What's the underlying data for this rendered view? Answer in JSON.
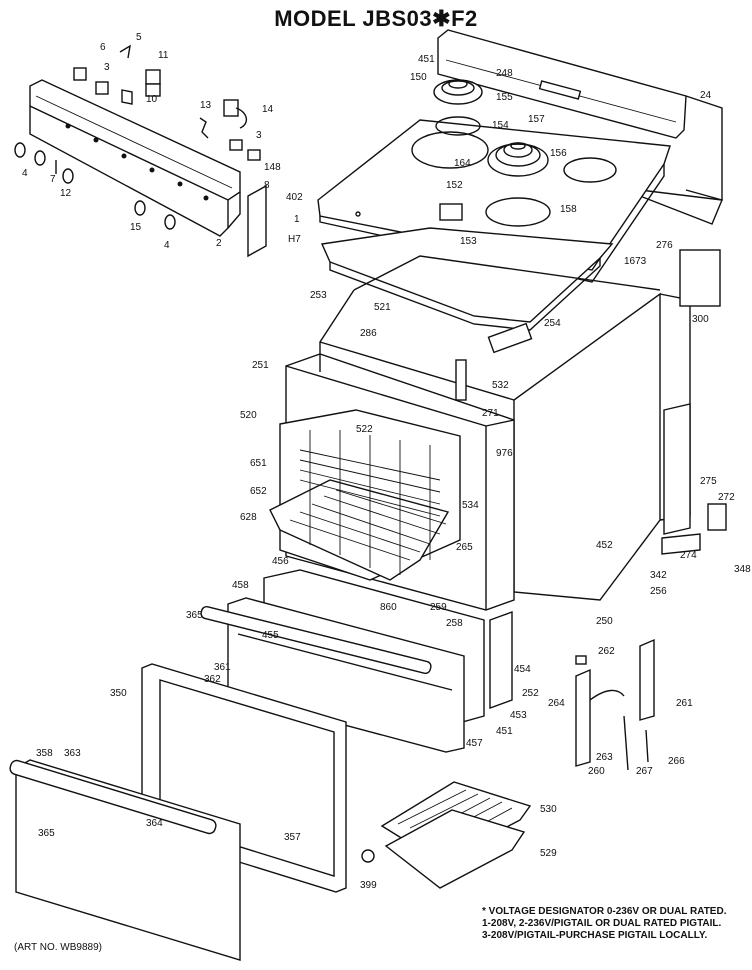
{
  "title": "MODEL JBS03✱F2",
  "footnote": {
    "line1": "* VOLTAGE DESIGNATOR 0-236V OR DUAL RATED.",
    "line2": "1-208V, 2-236V/PIGTAIL OR DUAL RATED PIGTAIL.",
    "line3": "3-208V/PIGTAIL-PURCHASE PIGTAIL LOCALLY."
  },
  "art_number": "(ART NO. WB9889)",
  "part_labels": [
    {
      "id": "p5",
      "text": "5"
    },
    {
      "id": "p6",
      "text": "6"
    },
    {
      "id": "p11",
      "text": "11"
    },
    {
      "id": "p3a",
      "text": "3"
    },
    {
      "id": "p10",
      "text": "10"
    },
    {
      "id": "p13",
      "text": "13"
    },
    {
      "id": "p14",
      "text": "14"
    },
    {
      "id": "p3b",
      "text": "3"
    },
    {
      "id": "p148",
      "text": "148"
    },
    {
      "id": "p8",
      "text": "8"
    },
    {
      "id": "p402",
      "text": "402"
    },
    {
      "id": "p1",
      "text": "1"
    },
    {
      "id": "pH7",
      "text": "H7"
    },
    {
      "id": "p4a",
      "text": "4"
    },
    {
      "id": "p7",
      "text": "7"
    },
    {
      "id": "p12",
      "text": "12"
    },
    {
      "id": "p15",
      "text": "15"
    },
    {
      "id": "p4b",
      "text": "4"
    },
    {
      "id": "p2",
      "text": "2"
    },
    {
      "id": "p451",
      "text": "451"
    },
    {
      "id": "p150",
      "text": "150"
    },
    {
      "id": "p248",
      "text": "248"
    },
    {
      "id": "p155",
      "text": "155"
    },
    {
      "id": "p24",
      "text": "24"
    },
    {
      "id": "p157",
      "text": "157"
    },
    {
      "id": "p154",
      "text": "154"
    },
    {
      "id": "p156",
      "text": "156"
    },
    {
      "id": "p164",
      "text": "164"
    },
    {
      "id": "p152",
      "text": "152"
    },
    {
      "id": "p158",
      "text": "158"
    },
    {
      "id": "p153",
      "text": "153"
    },
    {
      "id": "p1673",
      "text": "1673"
    },
    {
      "id": "p276",
      "text": "276"
    },
    {
      "id": "p253",
      "text": "253"
    },
    {
      "id": "p521",
      "text": "521"
    },
    {
      "id": "p286",
      "text": "286"
    },
    {
      "id": "p254",
      "text": "254"
    },
    {
      "id": "p300",
      "text": "300"
    },
    {
      "id": "p251",
      "text": "251"
    },
    {
      "id": "p532",
      "text": "532"
    },
    {
      "id": "p271",
      "text": "271"
    },
    {
      "id": "p520",
      "text": "520"
    },
    {
      "id": "p522",
      "text": "522"
    },
    {
      "id": "p976",
      "text": "976"
    },
    {
      "id": "p651",
      "text": "651"
    },
    {
      "id": "p652",
      "text": "652"
    },
    {
      "id": "p628",
      "text": "628"
    },
    {
      "id": "p534",
      "text": "534"
    },
    {
      "id": "p275",
      "text": "275"
    },
    {
      "id": "p272",
      "text": "272"
    },
    {
      "id": "p452",
      "text": "452"
    },
    {
      "id": "p265",
      "text": "265"
    },
    {
      "id": "p274",
      "text": "274"
    },
    {
      "id": "p348",
      "text": "348"
    },
    {
      "id": "p456",
      "text": "456"
    },
    {
      "id": "p342",
      "text": "342"
    },
    {
      "id": "p256",
      "text": "256"
    },
    {
      "id": "p458",
      "text": "458"
    },
    {
      "id": "p860",
      "text": "860"
    },
    {
      "id": "p259",
      "text": "259"
    },
    {
      "id": "p365a",
      "text": "365"
    },
    {
      "id": "p455",
      "text": "455"
    },
    {
      "id": "p258",
      "text": "258"
    },
    {
      "id": "p250",
      "text": "250"
    },
    {
      "id": "p262",
      "text": "262"
    },
    {
      "id": "p361",
      "text": "361"
    },
    {
      "id": "p362",
      "text": "362"
    },
    {
      "id": "p454",
      "text": "454"
    },
    {
      "id": "p350",
      "text": "350"
    },
    {
      "id": "p252",
      "text": "252"
    },
    {
      "id": "p261",
      "text": "261"
    },
    {
      "id": "p264",
      "text": "264"
    },
    {
      "id": "p453",
      "text": "453"
    },
    {
      "id": "p451b",
      "text": "451"
    },
    {
      "id": "p457",
      "text": "457"
    },
    {
      "id": "p263",
      "text": "263"
    },
    {
      "id": "p358",
      "text": "358"
    },
    {
      "id": "p363",
      "text": "363"
    },
    {
      "id": "p260",
      "text": "260"
    },
    {
      "id": "p267",
      "text": "267"
    },
    {
      "id": "p266",
      "text": "266"
    },
    {
      "id": "p530",
      "text": "530"
    },
    {
      "id": "p365b",
      "text": "365"
    },
    {
      "id": "p364",
      "text": "364"
    },
    {
      "id": "p357",
      "text": "357"
    },
    {
      "id": "p529",
      "text": "529"
    },
    {
      "id": "p399",
      "text": "399"
    }
  ]
}
